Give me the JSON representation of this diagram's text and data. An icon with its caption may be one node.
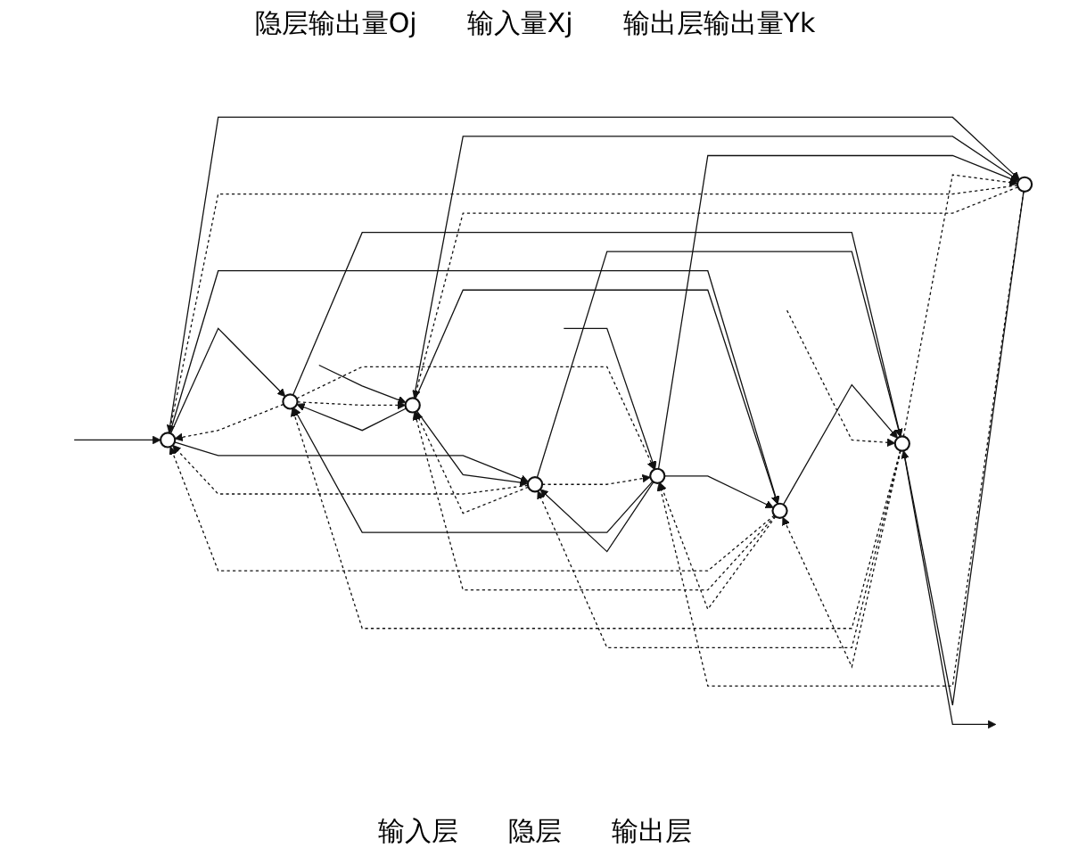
{
  "diagram": {
    "nodes": [
      {
        "text": [],
        "shape": "circle"
      },
      {
        "text": [],
        "shape": "circle"
      },
      {
        "text": [],
        "shape": "circle"
      },
      {
        "text": [],
        "shape": "circle"
      },
      {
        "text": [],
        "shape": "circle"
      },
      {
        "text": [],
        "shape": "circle"
      },
      {
        "text": [],
        "shape": "circle"
      },
      {
        "text": [],
        "shape": "circle"
      }
    ],
    "edges": [
      {
        "from": null,
        "to": 0,
        "arrow": "to"
      },
      {
        "from": null,
        "to": 1,
        "arrow": "to"
      },
      {
        "from": null,
        "to": 2,
        "arrow": "to"
      },
      {
        "from": 0,
        "to": 3,
        "arrow": "to"
      },
      {
        "from": 0,
        "to": 4,
        "arrow": "to"
      },
      {
        "from": 0,
        "to": 5,
        "arrow": "to"
      },
      {
        "from": 0,
        "to": 6,
        "arrow": "to"
      },
      {
        "from": 1,
        "to": 3,
        "arrow": "to"
      },
      {
        "from": 1,
        "to": 4,
        "arrow": "to"
      },
      {
        "from": 1,
        "to": 5,
        "arrow": "to"
      },
      {
        "from": 1,
        "to": 6,
        "arrow": "to"
      },
      {
        "from": 2,
        "to": 3,
        "arrow": "to"
      },
      {
        "from": 2,
        "to": 4,
        "arrow": "to"
      },
      {
        "from": 2,
        "to": 5,
        "arrow": "to"
      },
      {
        "from": 2,
        "to": 6,
        "arrow": "to"
      },
      {
        "from": 3,
        "to": 0,
        "arrow": "to",
        "style": "dashed"
      },
      {
        "from": 3,
        "to": 1,
        "arrow": "to",
        "style": "dashed"
      },
      {
        "from": 3,
        "to": 2,
        "arrow": "to",
        "style": "dashed"
      },
      {
        "from": 4,
        "to": 0,
        "arrow": "to",
        "style": "dashed"
      },
      {
        "from": 4,
        "to": 1,
        "arrow": "to",
        "style": "dashed"
      },
      {
        "from": 4,
        "to": 2,
        "arrow": "to",
        "style": "dashed"
      },
      {
        "from": 5,
        "to": 0,
        "arrow": "to",
        "style": "dashed"
      },
      {
        "from": 5,
        "to": 1,
        "arrow": "to",
        "style": "dashed"
      },
      {
        "from": 5,
        "to": 2,
        "arrow": "to",
        "style": "dashed"
      },
      {
        "from": 6,
        "to": 0,
        "arrow": "to",
        "style": "dashed"
      },
      {
        "from": 6,
        "to": 1,
        "arrow": "to",
        "style": "dashed"
      },
      {
        "from": 6,
        "to": 2,
        "arrow": "to",
        "style": "dashed"
      },
      {
        "from": 3,
        "to": 7,
        "arrow": "to"
      },
      {
        "from": 4,
        "to": 7,
        "arrow": "to"
      },
      {
        "from": 5,
        "to": 7,
        "arrow": "to"
      },
      {
        "from": 6,
        "to": 7,
        "arrow": "to"
      },
      {
        "from": 7,
        "to": 3,
        "arrow": "to",
        "style": "dashed"
      },
      {
        "from": 7,
        "to": 4,
        "arrow": "to",
        "style": "dashed"
      },
      {
        "from": 7,
        "to": 5,
        "arrow": "to",
        "style": "dashed"
      },
      {
        "from": 7,
        "to": 6,
        "arrow": "to",
        "style": "dashed"
      },
      {
        "from": 7,
        "to": null,
        "arrow": "to"
      },
      {
        "from": null,
        "to": 7,
        "arrow": "to",
        "style": "dashed"
      }
    ],
    "labels": [
      "隐层输出量Oj",
      "输入量Xj",
      "输出层输出量Yk",
      "输入层",
      "隐层",
      "输出层"
    ]
  }
}
